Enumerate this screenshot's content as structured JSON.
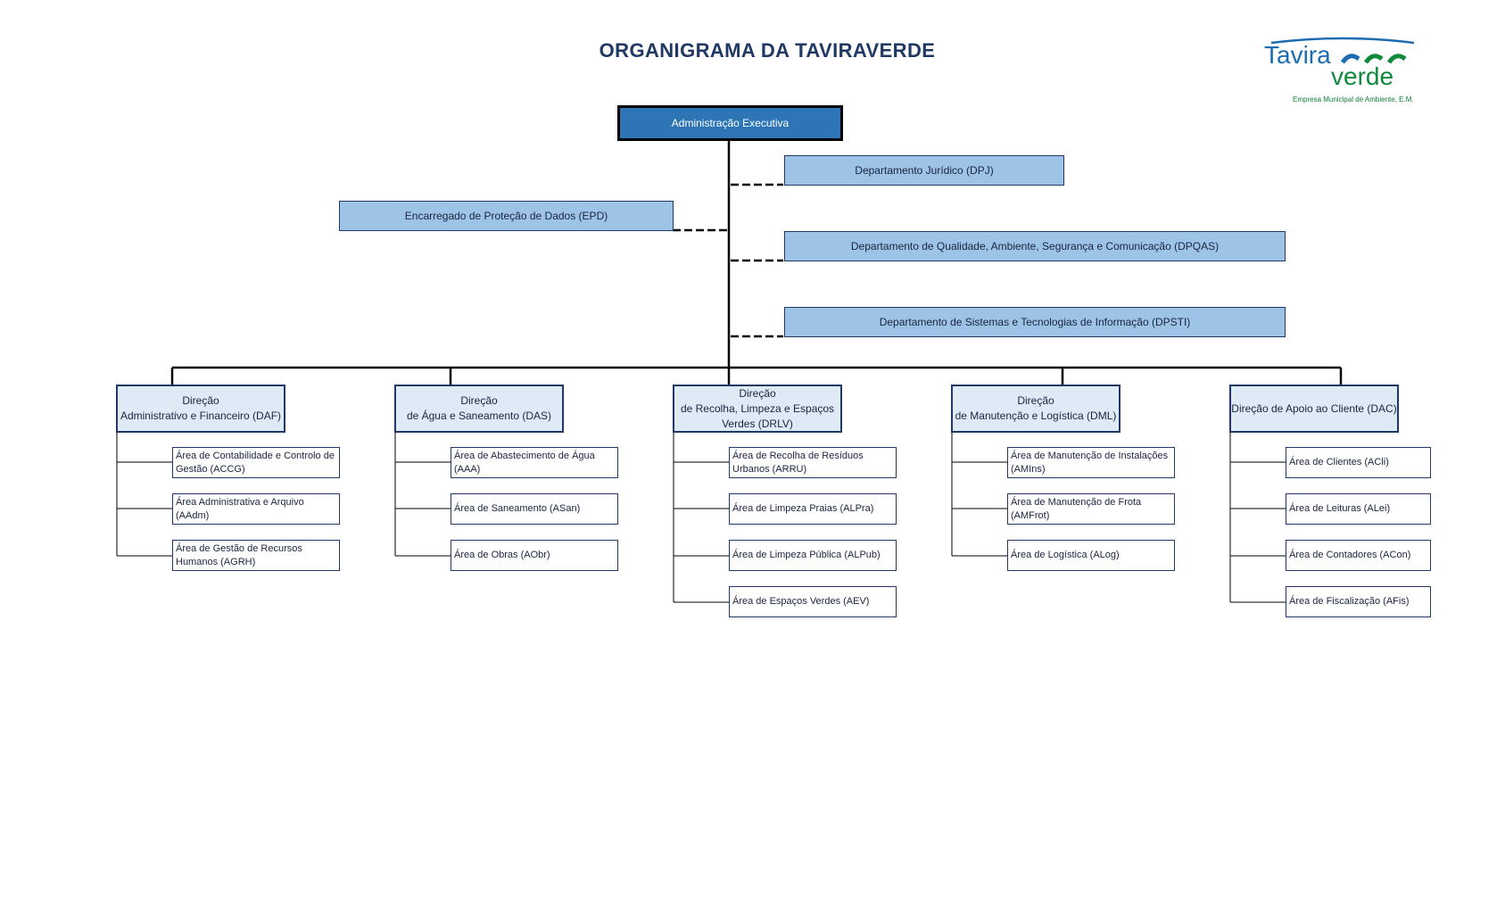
{
  "title": "ORGANIGRAMA DA TAVIRAVERDE",
  "logo": {
    "word1": "Tavira",
    "word2": "verde",
    "subtitle": "Empresa Municipal de Ambiente, E.M.",
    "colors": {
      "blue": "#1c6cb1",
      "green": "#0f8a3c"
    }
  },
  "top": {
    "label": "Administração Executiva"
  },
  "staff": {
    "dpj": "Departamento Jurídico (DPJ)",
    "epd": "Encarregado de Proteção de Dados (EPD)",
    "dpqas": "Departamento de Qualidade, Ambiente, Segurança e Comunicação (DPQAS)",
    "dpsti": "Departamento de Sistemas e Tecnologias de Informação (DPSTI)"
  },
  "directorates": [
    {
      "label": "Direção\nAdministrativo e Financeiro (DAF)",
      "areas": [
        "Área de Contabilidade e Controlo de\nGestão (ACCG)",
        "Área Administrativa e Arquivo\n(AAdm)",
        "Área de Gestão de Recursos\nHumanos (AGRH)"
      ]
    },
    {
      "label": "Direção\nde Água e Saneamento (DAS)",
      "areas": [
        "Área de Abastecimento de Água\n(AAA)",
        "Área de Saneamento (ASan)",
        "Área de Obras (AObr)"
      ]
    },
    {
      "label": "Direção\nde Recolha, Limpeza e Espaços\nVerdes (DRLV)",
      "areas": [
        "Área de Recolha de Resíduos\nUrbanos (ARRU)",
        "Área de Limpeza Praias (ALPra)",
        "Área de Limpeza Pública (ALPub)",
        "Área de Espaços Verdes  (AEV)"
      ]
    },
    {
      "label": "Direção\nde Manutenção e Logística (DML)",
      "areas": [
        "Área de Manutenção de Instalações\n(AMIns)",
        "Área de Manutenção de Frota\n(AMFrot)",
        "Área de Logística (ALog)"
      ]
    },
    {
      "label": "Direção de Apoio ao Cliente (DAC)",
      "areas": [
        "Área de Clientes (ACli)",
        "Área de Leituras (ALei)",
        "Área de Contadores (ACon)",
        "Área de Fiscalização (AFis)"
      ]
    }
  ],
  "colors": {
    "top_fill": "#2e75b6",
    "dept_fill": "#9dc3e6",
    "dir_fill": "#deebf7",
    "border": "#1f3864",
    "title": "#1f3864"
  }
}
